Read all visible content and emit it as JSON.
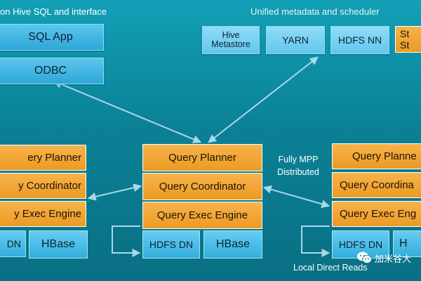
{
  "headings": {
    "left": "on Hive SQL and interface",
    "right": "Unified metadata and scheduler"
  },
  "client_apps": {
    "sql_app": "SQL App",
    "odbc": "ODBC"
  },
  "services": {
    "hive_metastore": "Hive\nMetastore",
    "yarn": "YARN",
    "hdfs_nn": "HDFS NN",
    "partial_top": "St",
    "partial_bottom": "St"
  },
  "left_node": {
    "planner": "ery Planner",
    "coordinator": "y Coordinator",
    "exec_engine": "y Exec Engine",
    "hdfs_dn": "DN",
    "hbase": "HBase"
  },
  "center_node": {
    "planner": "Query Planner",
    "coordinator": "Query Coordinator",
    "exec_engine": "Query Exec Engine",
    "hdfs_dn": "HDFS DN",
    "hbase": "HBase"
  },
  "right_node": {
    "planner": "Query Planne",
    "coordinator": "Query Coordina",
    "exec_engine": "Query Exec Eng",
    "hdfs_dn": "HDFS DN",
    "hbase": "H"
  },
  "notes": {
    "fully_mpp": "Fully MPP",
    "distributed": "Distributed",
    "local_direct_reads": "Local Direct Reads"
  },
  "watermark": {
    "text": "加米谷大"
  },
  "colors": {
    "background": "#0b8196",
    "blue_box": "#2ea7d8",
    "orange_box": "#ec9a24",
    "arrow": "#a9d8e8"
  }
}
